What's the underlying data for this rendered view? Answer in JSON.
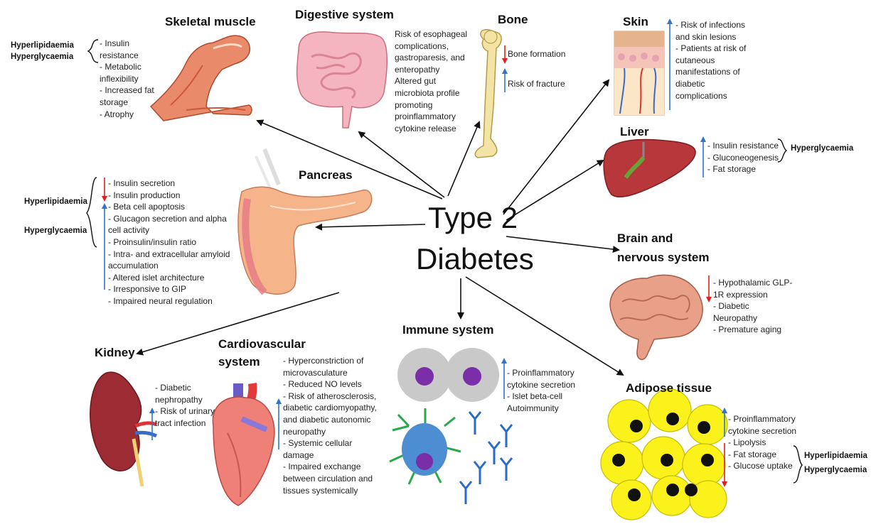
{
  "center": {
    "line1": "Type 2",
    "line2": "Diabetes"
  },
  "skeletal": {
    "title": "Skeletal muscle",
    "conditions": [
      "Hyperlipidaemia",
      "Hyperglycaemia"
    ],
    "effects": [
      "- Insulin",
      "resistance",
      "- Metabolic",
      "inflexibility",
      "- Increased fat",
      "storage",
      "- Atrophy"
    ]
  },
  "digestive": {
    "title": "Digestive system",
    "effects": [
      "Risk of esophageal",
      "complications,",
      "gastroparesis, and",
      "enteropathy",
      "Altered gut",
      "microbiota profile",
      "promoting",
      "proinflammatory",
      "cytokine release"
    ]
  },
  "bone": {
    "title": "Bone",
    "down": "Bone formation",
    "up": "Risk of fracture"
  },
  "skin": {
    "title": "Skin",
    "effects": [
      "- Risk of infections",
      "and skin lesions",
      "- Patients at risk of",
      "cutaneous",
      "manifestations of",
      "diabetic",
      "complications"
    ]
  },
  "liver": {
    "title": "Liver",
    "effects": [
      "- Insulin resistance",
      "- Gluconeogenesis",
      "- Fat storage"
    ],
    "condition": "Hyperglycaemia"
  },
  "pancreas": {
    "title": "Pancreas",
    "conditions": [
      "Hyperlipidaemia",
      "Hyperglycaemia"
    ],
    "effects": [
      "- Insulin secretion",
      "- Insulin production",
      "- Beta cell apoptosis",
      "- Glucagon secretion and alpha",
      "cell activity",
      "- Proinsulin/insulin ratio",
      "- Intra- and extracellular amyloid",
      "accumulation",
      "- Altered islet architecture",
      "- Irresponsive to GIP",
      "- Impaired neural regulation"
    ]
  },
  "brain": {
    "title_line1": "Brain and",
    "title_line2": "nervous system",
    "effects": [
      "- Hypothalamic GLP-",
      "1R expression",
      "- Diabetic",
      "Neuropathy",
      "- Premature aging"
    ]
  },
  "kidney": {
    "title": "Kidney",
    "effects": [
      "- Diabetic",
      "nephropathy",
      "- Risk of urinary",
      "tract infection"
    ]
  },
  "cardio": {
    "title_line1": "Cardiovascular",
    "title_line2": "system",
    "effects": [
      "- Hyperconstriction of",
      "microvasculature",
      "- Reduced NO levels",
      "- Risk of atherosclerosis,",
      "diabetic cardiomyopathy,",
      "and diabetic autonomic",
      "neuropathy",
      "- Systemic cellular",
      "damage",
      "- Impaired exchange",
      "between circulation and",
      "tissues systemically"
    ]
  },
  "immune": {
    "title": "Immune system",
    "effects": [
      "- Proinflammatory",
      "cytokine secretion",
      "- Islet beta-cell",
      "Autoimmunity"
    ]
  },
  "adipose": {
    "title": "Adipose tissue",
    "effects": [
      "- Proinflammatory",
      "cytokine secretion",
      "- Lipolysis",
      "- Fat storage",
      "- Glucose uptake"
    ],
    "conditions": [
      "Hyperlipidaemia",
      "Hyperglycaemia"
    ]
  },
  "colors": {
    "up_arrow": "#2f75c8",
    "down_arrow": "#e02020",
    "connector": "#111111"
  }
}
